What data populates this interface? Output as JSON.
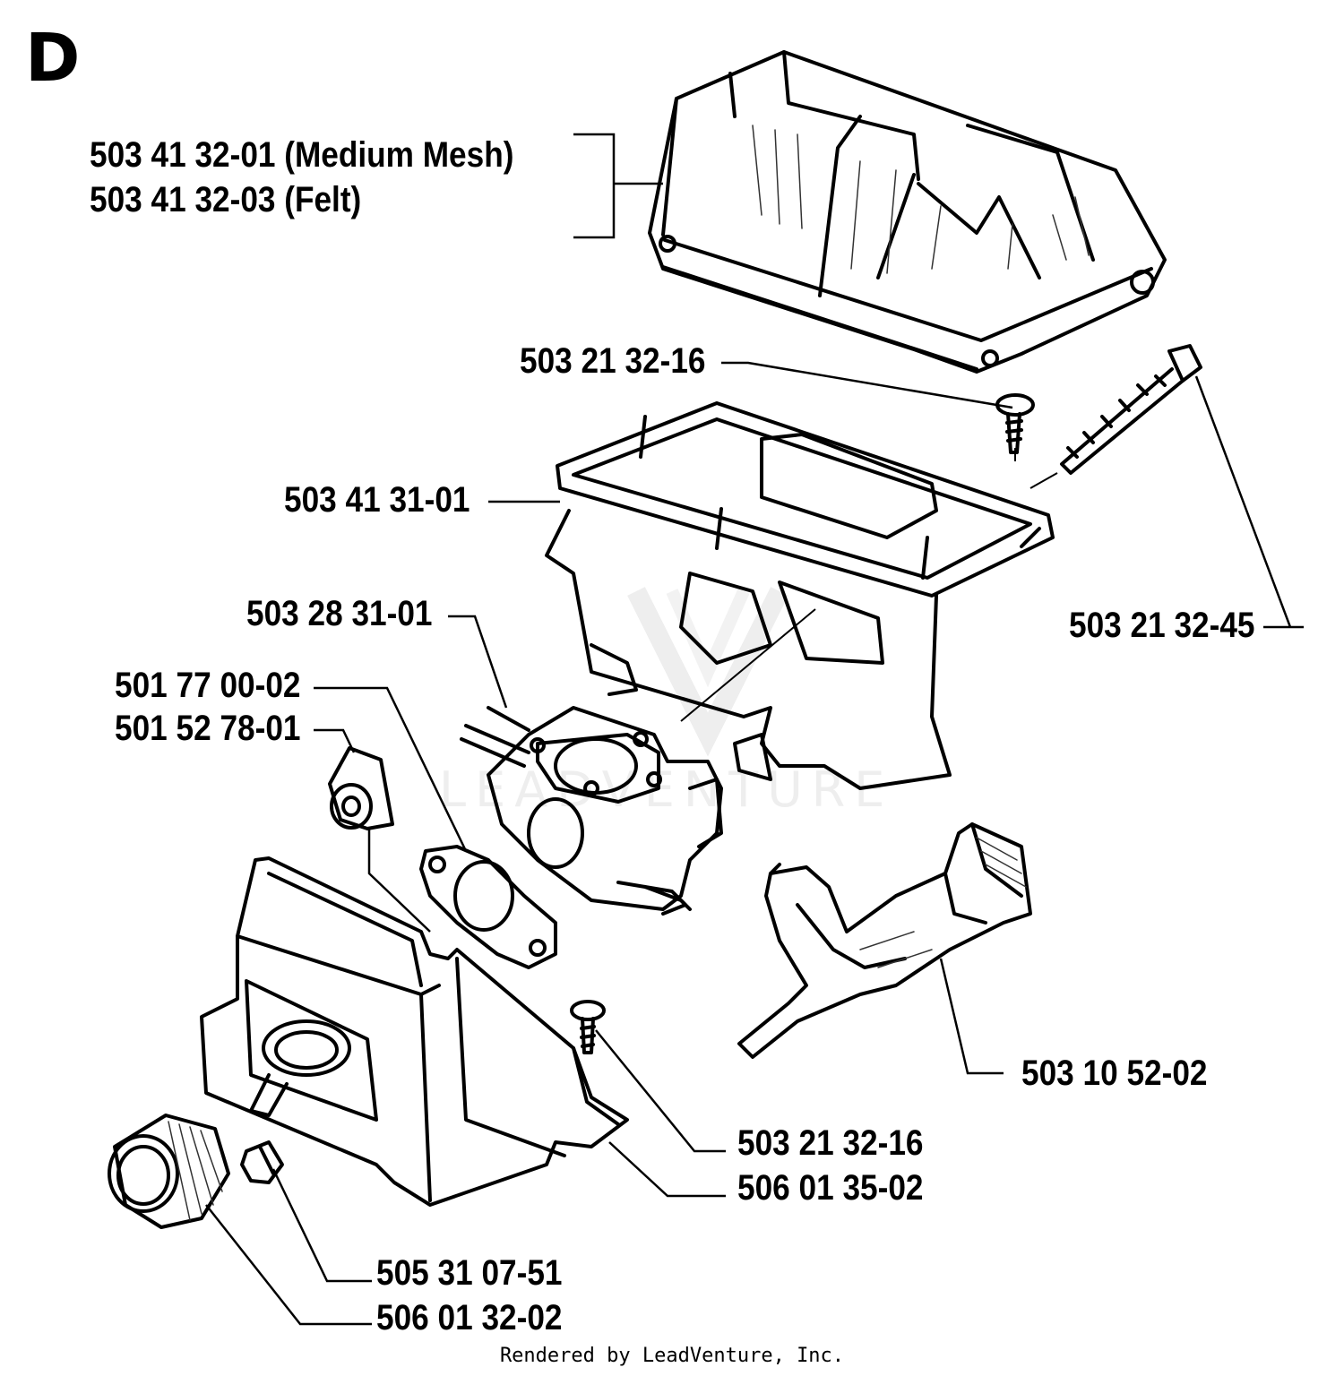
{
  "section_letter": "D",
  "parts": [
    {
      "id": "air-filter",
      "lines": [
        "503 41 32-01 (Medium Mesh)",
        "503 41 32-03 (Felt)"
      ]
    },
    {
      "id": "screw-upper",
      "lines": [
        "503 21 32-16"
      ]
    },
    {
      "id": "filter-holder",
      "lines": [
        "503 41 31-01"
      ]
    },
    {
      "id": "long-screw",
      "lines": [
        "503 21 32-45"
      ]
    },
    {
      "id": "carburetor",
      "lines": [
        "503 28 31-01"
      ]
    },
    {
      "id": "gasket",
      "lines": [
        "501 77 00-02"
      ]
    },
    {
      "id": "grommet",
      "lines": [
        "501 52 78-01"
      ]
    },
    {
      "id": "throttle-lever",
      "lines": [
        "503 10 52-02"
      ]
    },
    {
      "id": "screw-lower",
      "lines": [
        "503 21 32-16"
      ]
    },
    {
      "id": "intake-housing",
      "lines": [
        "506 01 35-02"
      ]
    },
    {
      "id": "plug",
      "lines": [
        "505 31 07-51"
      ]
    },
    {
      "id": "intake-sleeve",
      "lines": [
        "506 01 32-02"
      ]
    }
  ],
  "watermark": "LEADVENTURE",
  "credit": "Rendered by LeadVenture, Inc."
}
